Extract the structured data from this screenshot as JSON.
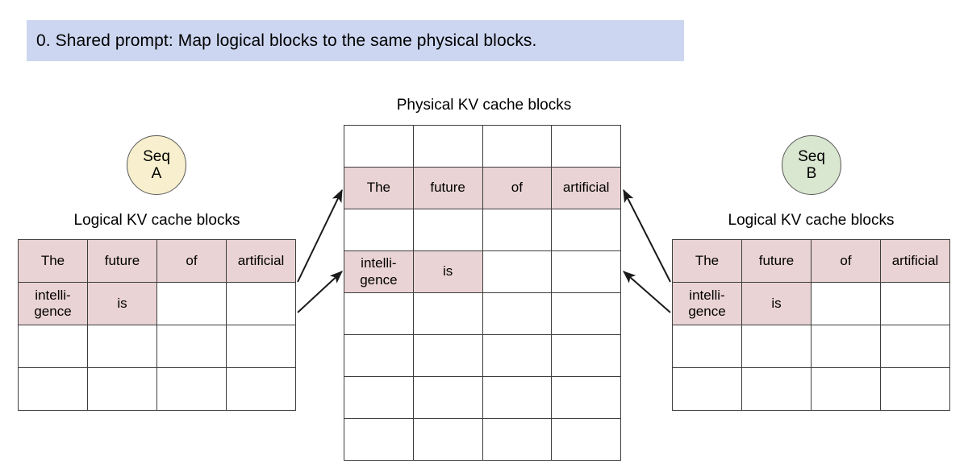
{
  "banner": {
    "text": "0. Shared prompt: Map logical blocks to the same physical blocks.",
    "background_color": "#ccd6f0"
  },
  "colors": {
    "filled_cell": "#ead3d4",
    "empty_cell": "#ffffff",
    "grid_line": "#3d3d3d",
    "seq_a_circle": "#f7efcd",
    "seq_b_circle": "#d9e6d0",
    "arrow": "#1a1a1a"
  },
  "sequence_a": {
    "circle_label_line1": "Seq",
    "circle_label_line2": "A",
    "caption": "Logical KV cache blocks",
    "grid": {
      "rows": 4,
      "cols": 4,
      "cells": [
        [
          "The",
          "future",
          "of",
          "artificial"
        ],
        [
          "intelli-\ngence",
          "is",
          "",
          ""
        ],
        [
          "",
          "",
          "",
          ""
        ],
        [
          "",
          "",
          "",
          ""
        ]
      ]
    }
  },
  "sequence_b": {
    "circle_label_line1": "Seq",
    "circle_label_line2": "B",
    "caption": "Logical KV cache blocks",
    "grid": {
      "rows": 4,
      "cols": 4,
      "cells": [
        [
          "The",
          "future",
          "of",
          "artificial"
        ],
        [
          "intelli-\ngence",
          "is",
          "",
          ""
        ],
        [
          "",
          "",
          "",
          ""
        ],
        [
          "",
          "",
          "",
          ""
        ]
      ]
    }
  },
  "physical": {
    "caption": "Physical KV cache blocks",
    "grid": {
      "rows": 8,
      "cols": 4,
      "cells": [
        [
          "",
          "",
          "",
          ""
        ],
        [
          "The",
          "future",
          "of",
          "artificial"
        ],
        [
          "",
          "",
          "",
          ""
        ],
        [
          "intelli-\ngence",
          "is",
          "",
          ""
        ],
        [
          "",
          "",
          "",
          ""
        ],
        [
          "",
          "",
          "",
          ""
        ],
        [
          "",
          "",
          "",
          ""
        ],
        [
          "",
          "",
          "",
          ""
        ]
      ]
    }
  },
  "mappings": [
    {
      "from": "sequence-a-row-1",
      "to": "physical-row-2"
    },
    {
      "from": "sequence-a-row-2",
      "to": "physical-row-4"
    },
    {
      "from": "sequence-b-row-1",
      "to": "physical-row-2"
    },
    {
      "from": "sequence-b-row-2",
      "to": "physical-row-4"
    }
  ]
}
